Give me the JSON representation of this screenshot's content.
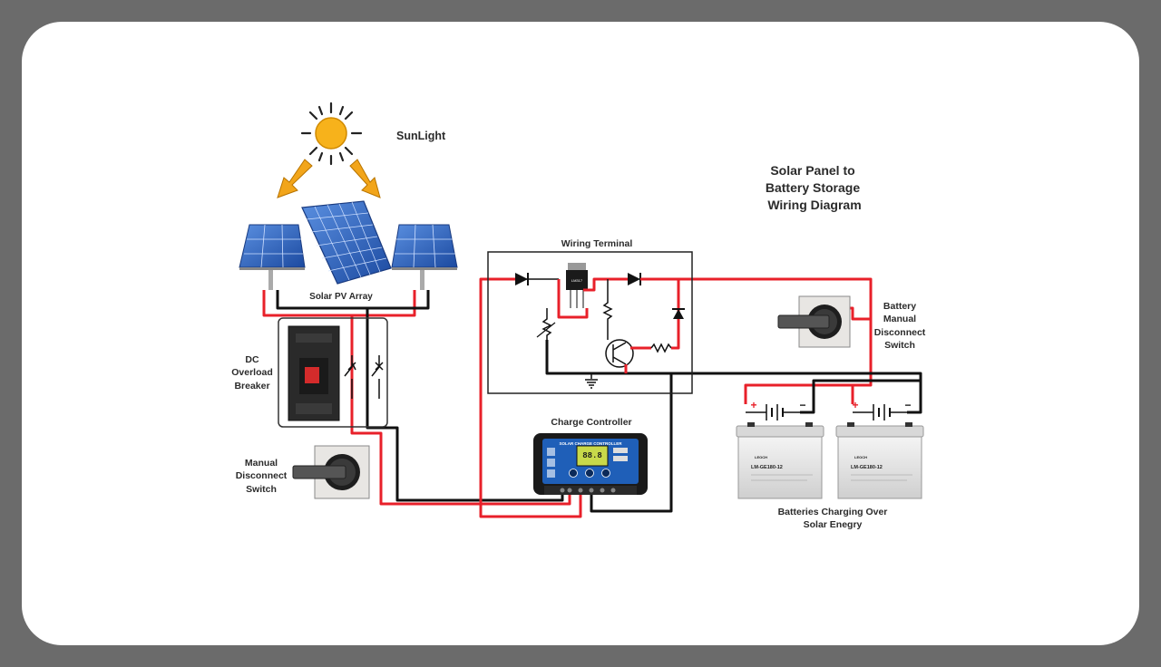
{
  "title": {
    "line1": "Solar Panel to",
    "line2": "Battery Storage",
    "line3": "Wiring Diagram"
  },
  "labels": {
    "sunlight": "SunLight",
    "pv_array": "Solar PV Array",
    "wiring_terminal": "Wiring Terminal",
    "charge_controller": "Charge Controller",
    "dc_breaker": [
      "DC",
      "Overload",
      "Breaker"
    ],
    "manual_switch": [
      "Manual",
      "Disconnect",
      "Switch"
    ],
    "battery_switch": [
      "Battery",
      "Manual",
      "Disconnect",
      "Switch"
    ],
    "batteries": [
      "Batteries Charging Over",
      "Solar Enegry"
    ]
  },
  "controller": {
    "header": "SOLAR CHARGE CONTROLLER",
    "display": "88.8"
  },
  "terminal": {
    "regulator": "LM317"
  },
  "batteries": [
    {
      "brand": "LEOCH",
      "model": "LM-GE180-12",
      "plus": "+",
      "minus": "−"
    },
    {
      "brand": "LEOCH",
      "model": "LM-GE180-12",
      "plus": "+",
      "minus": "−"
    }
  ],
  "colors": {
    "positive_wire": "#e8202a",
    "negative_wire": "#111111",
    "sun": "#f7b21b",
    "arrow": "#f2a51a",
    "panel": "#2f66c9",
    "controller": "#1f5fb8"
  }
}
